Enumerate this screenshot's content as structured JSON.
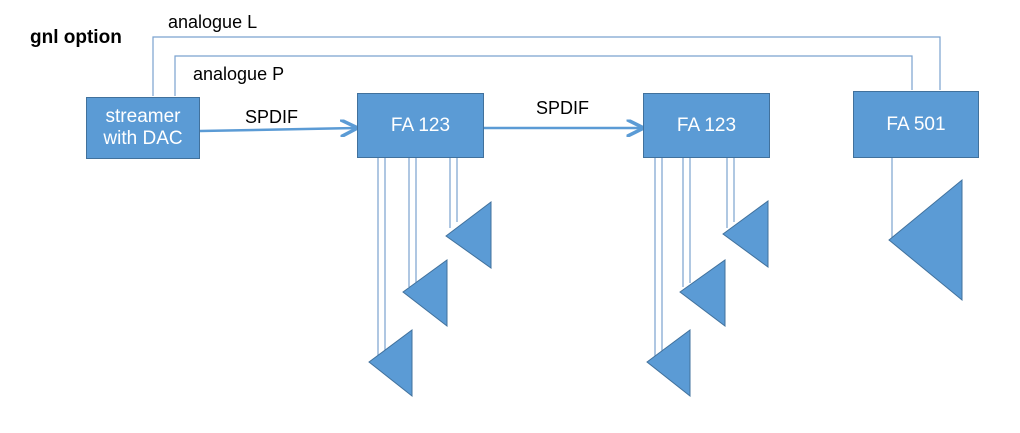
{
  "title": "gnl option",
  "colors": {
    "box_fill": "#5b9bd5",
    "box_border": "#41719c",
    "box_text": "#ffffff",
    "wire": "#7aa2cf",
    "arrow": "#5b9bd5",
    "label_text": "#000000"
  },
  "nodes": {
    "streamer": {
      "label": "streamer\nwith DAC"
    },
    "fa123_a": {
      "label": "FA 123"
    },
    "fa123_b": {
      "label": "FA 123"
    },
    "fa501": {
      "label": "FA 501"
    }
  },
  "connections": {
    "analogue_l": {
      "label": "analogue L"
    },
    "analogue_p": {
      "label": "analogue P"
    },
    "spdif_1": {
      "label": "SPDIF"
    },
    "spdif_2": {
      "label": "SPDIF"
    }
  },
  "speakers": {
    "fa123_a_count": 3,
    "fa123_b_count": 3,
    "fa501_count": 1
  }
}
